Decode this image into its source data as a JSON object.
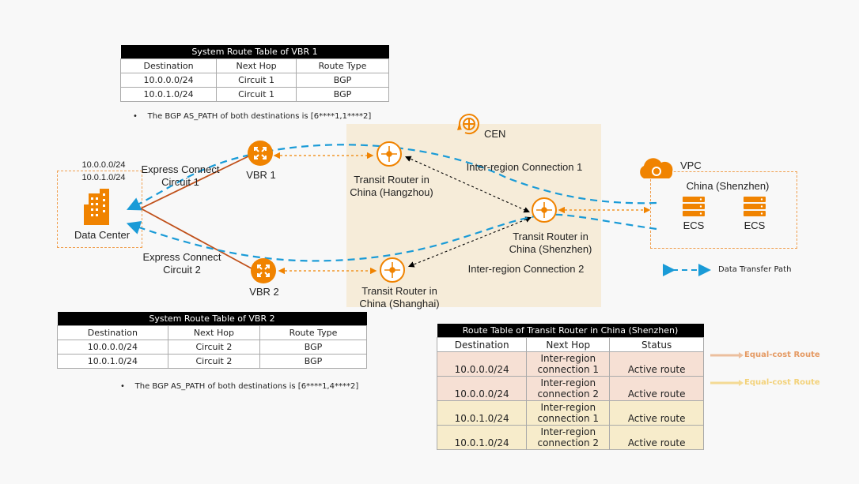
{
  "vbr1_table": {
    "caption": "System Route Table of VBR 1",
    "headers": [
      "Destination",
      "Next Hop",
      "Route Type"
    ],
    "rows": [
      [
        "10.0.0.0/24",
        "Circuit 1",
        "BGP"
      ],
      [
        "10.0.1.0/24",
        "Circuit 1",
        "BGP"
      ]
    ],
    "note": "The BGP AS_PATH of both destinations is [6****1,1****2]"
  },
  "vbr2_table": {
    "caption": "System Route Table of VBR 2",
    "headers": [
      "Destination",
      "Next Hop",
      "Route Type"
    ],
    "rows": [
      [
        "10.0.0.0/24",
        "Circuit 2",
        "BGP"
      ],
      [
        "10.0.1.0/24",
        "Circuit 2",
        "BGP"
      ]
    ],
    "note": "The BGP AS_PATH of both destinations is [6****1,4****2]"
  },
  "tr_table": {
    "caption": "Route Table of Transit Router in China (Shenzhen)",
    "headers": [
      "Destination",
      "Next Hop",
      "Status"
    ],
    "rows": [
      [
        "10.0.0.0/24",
        "Inter-region connection 1",
        "Active route"
      ],
      [
        "10.0.0.0/24",
        "Inter-region connection 2",
        "Active route"
      ],
      [
        "10.0.1.0/24",
        "Inter-region connection 1",
        "Active route"
      ],
      [
        "10.0.1.0/24",
        "Inter-region connection 2",
        "Active route"
      ]
    ],
    "row_colors": [
      "#f6e0d4",
      "#f6e0d4",
      "#f7eccb",
      "#f7eccb"
    ]
  },
  "labels": {
    "cen": "CEN",
    "vpc": "VPC",
    "region": "China (Shenzhen)",
    "ecs1": "ECS",
    "ecs2": "ECS",
    "dc_ip1": "10.0.0.0/24",
    "dc_ip2": "10.0.1.0/24",
    "dc": "Data Center",
    "ec1_l1": "Express Connect",
    "ec1_l2": "Circuit 1",
    "ec2_l1": "Express Connect",
    "ec2_l2": "Circuit 2",
    "vbr1": "VBR 1",
    "vbr2": "VBR 2",
    "tr_hz_l1": "Transit Router in",
    "tr_hz_l2": "China (Hangzhou)",
    "tr_sz_l1": "Transit Router in",
    "tr_sz_l2": "China (Shenzhen)",
    "tr_sh_l1": "Transit Router in",
    "tr_sh_l2": "China (Shanghai)",
    "irc1": "Inter-region Connection 1",
    "irc2": "Inter-region Connection 2"
  },
  "legend": {
    "data_path": "Data Transfer Path",
    "equal1": "Equal-cost Route",
    "equal2": "Equal-cost Route"
  },
  "colors": {
    "orange": "#f08300",
    "blue": "#1a9bd7",
    "brown": "#c0501a",
    "legend1": "#e59a63",
    "legend2": "#f3d27a"
  }
}
